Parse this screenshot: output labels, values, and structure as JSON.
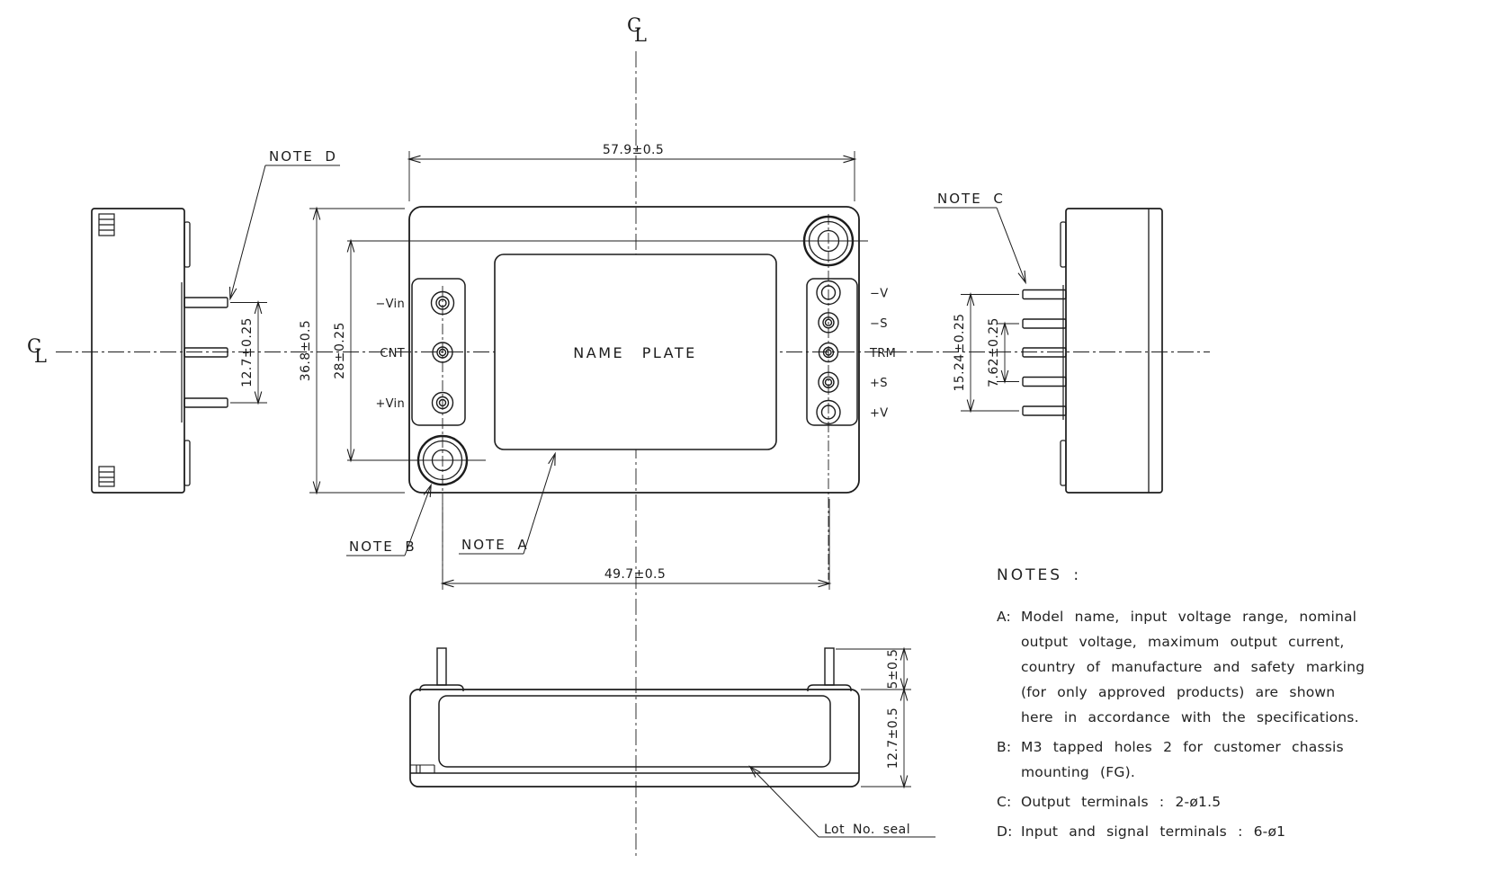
{
  "symbols": {
    "centerline_c": "C",
    "centerline_l": "L"
  },
  "dimensions": {
    "body_width": "57.9±0.5",
    "body_height": "36.8±0.5",
    "mount_hole_vertical": "28±0.25",
    "mount_hole_horizontal": "49.7±0.5",
    "input_pin_span": "12.7±0.25",
    "output_pin_span": "15.24±0.25",
    "output_pin_pitch": "7.62±0.25",
    "stud_height": "5±0.5",
    "case_height": "12.7±0.5"
  },
  "labels": {
    "name_plate": "NAME PLATE",
    "lot_no_seal": "Lot No. seal",
    "note_a": "NOTE A",
    "note_b": "NOTE B",
    "note_c": "NOTE C",
    "note_d": "NOTE D"
  },
  "input_terminals": [
    "−Vin",
    "CNT",
    "+Vin"
  ],
  "output_terminals": [
    "−V",
    "−S",
    "TRM",
    "+S",
    "+V"
  ],
  "notes": {
    "title": "NOTES :",
    "items": [
      {
        "key": "A:",
        "lines": [
          "Model name, input voltage range, nominal",
          "output voltage, maximum output current,",
          "country of manufacture and safety marking",
          "(for only approved products) are shown",
          "here in accordance with the specifications."
        ]
      },
      {
        "key": "B:",
        "lines": [
          "M3 tapped holes 2 for customer chassis",
          "mounting (FG)."
        ]
      },
      {
        "key": "C:",
        "lines": [
          "Output terminals : 2-ø1.5"
        ]
      },
      {
        "key": "D:",
        "lines": [
          "Input and signal terminals : 6-ø1"
        ]
      }
    ]
  },
  "colors": {
    "line": "#1c1c1c",
    "background": "#ffffff"
  }
}
